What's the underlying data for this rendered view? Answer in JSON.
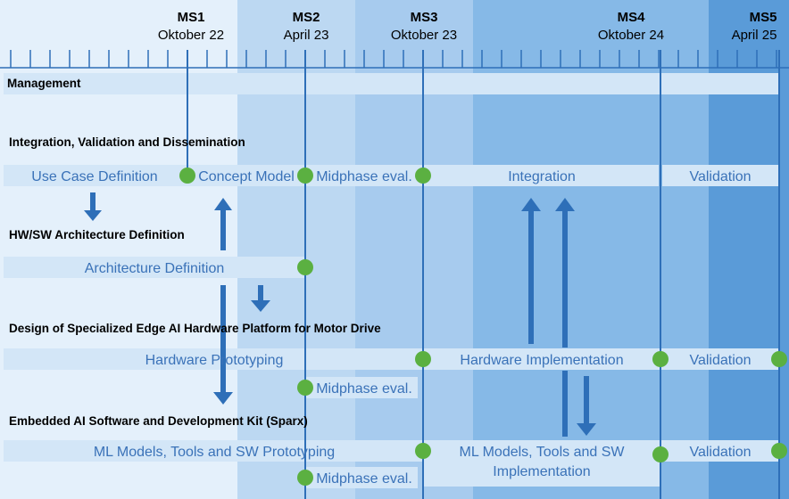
{
  "milestones": [
    {
      "label": "MS1",
      "date": "Oktober 22"
    },
    {
      "label": "MS2",
      "date": "April 23"
    },
    {
      "label": "MS3",
      "date": "Oktober 23"
    },
    {
      "label": "MS4",
      "date": "Oktober 24"
    },
    {
      "label": "MS5",
      "date": "April 25"
    }
  ],
  "sections": {
    "management": "Management",
    "integration": "Integration, Validation and Dissemination",
    "hwsw": "HW/SW Architecture Definition",
    "hardware": "Design of Specialized Edge AI Hardware Platform for Motor Drive",
    "software": "Embedded AI Software and Development Kit (Sparx)"
  },
  "tasks": {
    "use_case": "Use Case Definition",
    "concept_model": "Concept Model",
    "midphase_1": "Midphase eval.",
    "integration": "Integration",
    "validation_1": "Validation",
    "architecture": "Architecture Definition",
    "hw_prototyping": "Hardware Prototyping",
    "hw_implementation": "Hardware Implementation",
    "validation_2": "Validation",
    "midphase_2": "Midphase eval.",
    "ml_prototyping": "ML Models, Tools and SW Prototyping",
    "ml_impl_line1": "ML Models, Tools and SW",
    "ml_impl_line2": "Implementation",
    "validation_3": "Validation",
    "midphase_3": "Midphase eval."
  },
  "colors": {
    "phase1": "#e4f0fb",
    "phase2": "#bcd8f2",
    "phase3": "#a7cbee",
    "phase4": "#86b9e7",
    "phase5": "#5a9bd8",
    "bar": "#d3e6f7",
    "axis": "#2e6fb8",
    "milestone_dot": "#5bb041",
    "arrow": "#2e6fb8"
  }
}
